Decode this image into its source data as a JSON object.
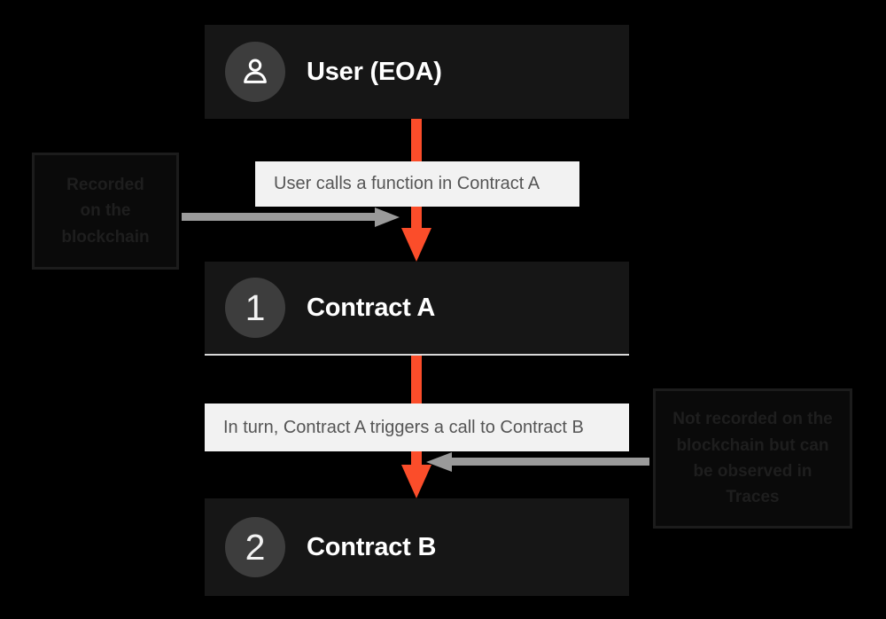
{
  "colors": {
    "background": "#000000",
    "node_fill": "#161616",
    "badge_fill": "#3d3d3d",
    "node_text": "#ffffff",
    "caption_fill": "#f2f2f2",
    "caption_text": "#555555",
    "annotation_fill": "#0a0a0a",
    "annotation_border": "#1c1c1c",
    "annotation_text": "#1e1e1e",
    "arrow_red": "#fb4d2a",
    "arrow_gray": "#9a9a9a",
    "divider": "#d8d8d8"
  },
  "diagram": {
    "title": "Contract call flow",
    "nodes": [
      {
        "id": "user",
        "icon": "person-icon",
        "badge": "",
        "label": "User (EOA)"
      },
      {
        "id": "contract-a",
        "icon": "",
        "badge": "1",
        "label": "Contract A"
      },
      {
        "id": "contract-b",
        "icon": "",
        "badge": "2",
        "label": "Contract B"
      }
    ],
    "captions": [
      {
        "id": "caption-user-calls",
        "text": "User calls a function in Contract A"
      },
      {
        "id": "caption-contract-a-triggers",
        "text": "In turn, Contract A triggers a call to Contract B"
      }
    ],
    "annotations": [
      {
        "id": "annotation-recorded",
        "lines": [
          "Recorded",
          "on the",
          "blockchain"
        ]
      },
      {
        "id": "annotation-not-recorded",
        "lines": [
          "Not recorded on the",
          "blockchain but can",
          "be observed in",
          "Traces"
        ]
      }
    ],
    "arrows": [
      {
        "id": "arrow-user-to-contract-a",
        "color": "#fb4d2a",
        "direction": "down"
      },
      {
        "id": "arrow-contract-a-to-contract-b",
        "color": "#fb4d2a",
        "direction": "down"
      },
      {
        "id": "arrow-annotation-recorded",
        "color": "#9a9a9a",
        "direction": "right"
      },
      {
        "id": "arrow-annotation-not-recorded",
        "color": "#9a9a9a",
        "direction": "left"
      }
    ]
  }
}
